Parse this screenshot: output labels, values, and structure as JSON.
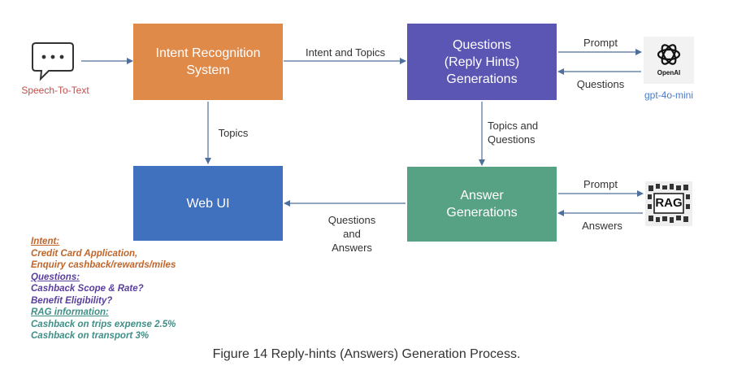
{
  "colors": {
    "orange": "#E08A4A",
    "purple": "#5B55B3",
    "blue": "#3F71BF",
    "green": "#57A185",
    "speech_label": "#C0504D",
    "model_label": "#4A7BC8",
    "arrow": "#4F6F9C"
  },
  "icons": {
    "speech": "speech-bubble-icon",
    "openai": "openai-logo",
    "rag": "rag-logo"
  },
  "diagram": {
    "speech_label": "Speech-To-Text",
    "intent_box": "Intent Recognition\nSystem",
    "questions_box": "Questions\n(Reply Hints)\nGenerations",
    "webui_box": "Web UI",
    "answer_box": "Answer\nGenerations",
    "openai_logo_text": "OpenAI",
    "model_label": "gpt-4o-mini",
    "edge_intent_topics": "Intent and Topics",
    "edge_topics": "Topics",
    "edge_topics_questions": "Topics and\nQuestions",
    "edge_questions_answers": "Questions\nand\nAnswers",
    "edge_prompt_top": "Prompt",
    "edge_questions_top": "Questions",
    "edge_prompt_bottom": "Prompt",
    "edge_answers": "Answers",
    "rag_logo_text": "RAG"
  },
  "notes": {
    "intent_heading": "Intent:",
    "intent_line1": "Credit Card Application,",
    "intent_line2": "Enquiry cashback/rewards/miles",
    "questions_heading": "Questions:",
    "questions_line1": "Cashback Scope & Rate?",
    "questions_line2": "Benefit Eligibility?",
    "rag_heading": "RAG information:",
    "rag_line1": "Cashback on trips expense 2.5%",
    "rag_line2": "Cashback on transport 3%"
  },
  "caption": "Figure 14 Reply-hints (Answers) Generation Process."
}
